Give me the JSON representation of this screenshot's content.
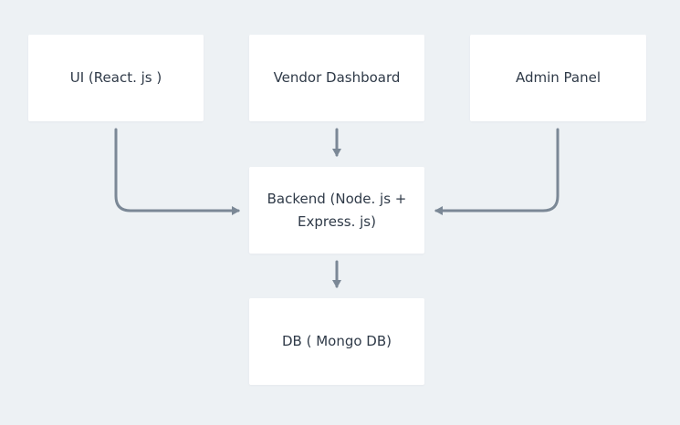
{
  "diagram": {
    "nodes": {
      "ui": {
        "label": "UI (React. js )"
      },
      "vendor": {
        "label": "Vendor Dashboard"
      },
      "admin": {
        "label": "Admin Panel"
      },
      "backend": {
        "label": "Backend (Node. js +\nExpress. js)"
      },
      "db": {
        "label": "DB ( Mongo DB)"
      }
    },
    "edges": [
      {
        "from": "ui",
        "to": "backend"
      },
      {
        "from": "vendor",
        "to": "backend"
      },
      {
        "from": "admin",
        "to": "backend"
      },
      {
        "from": "backend",
        "to": "db"
      }
    ],
    "colors": {
      "background": "#edf1f4",
      "node_fill": "#ffffff",
      "edge": "#7b8896",
      "text": "#2f3a48"
    }
  }
}
